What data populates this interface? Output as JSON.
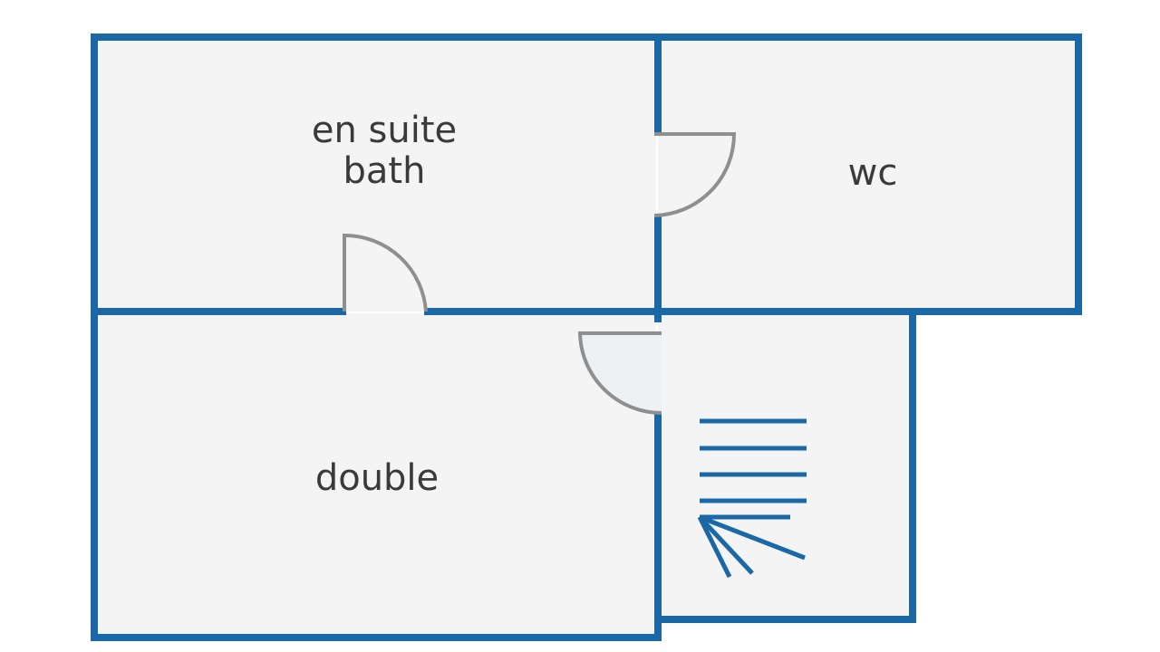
{
  "plan": {
    "colors": {
      "wall": "#1a69a6",
      "floor": "#f4f4f4",
      "door": "#8f8f8f",
      "label": "#3a3a3a",
      "background": "#ffffff"
    },
    "rooms": {
      "en_suite_bath": {
        "line1": "en suite",
        "line2": "bath"
      },
      "wc": {
        "label": "wc"
      },
      "double": {
        "label": "double"
      },
      "landing": {
        "label": ""
      }
    },
    "icons": [
      "stairs-icon",
      "door-swing-icon"
    ]
  }
}
